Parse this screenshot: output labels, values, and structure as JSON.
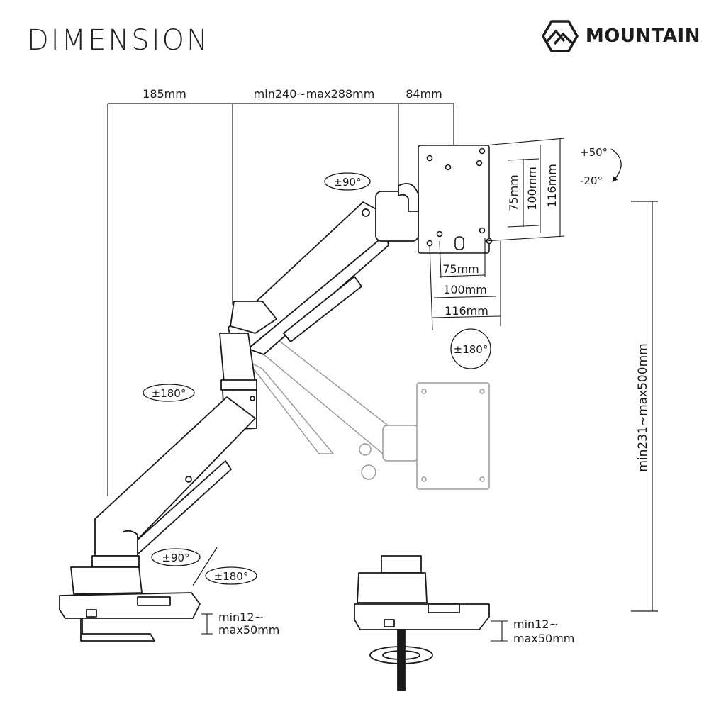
{
  "header": {
    "title": "DIMENSION",
    "brand": "MOUNTAIN",
    "logo_icon": "mountain-logo-icon"
  },
  "dimensions": {
    "reach_1": "185mm",
    "reach_2": "min240~max288mm",
    "reach_3": "84mm",
    "height_range": "min231~max500mm",
    "vesa_h_75": "75mm",
    "vesa_h_100": "100mm",
    "vesa_h_116": "116mm",
    "vesa_w_75": "75mm",
    "vesa_w_100": "100mm",
    "vesa_w_116": "116mm",
    "clamp_left_1": "min12~",
    "clamp_left_2": "max50mm",
    "clamp_right_1": "min12~",
    "clamp_right_2": "max50mm"
  },
  "rotations": {
    "tilt_up": "+50°",
    "tilt_down": "-20°",
    "head_swivel": "±90°",
    "screen_rotation": "±180°",
    "elbow_swivel": "±180°",
    "base_swivel": "±90°",
    "base_swivel_alt": "±180°"
  },
  "colors": {
    "line": "#1a1a1a",
    "ghost": "#9a9a9a"
  }
}
